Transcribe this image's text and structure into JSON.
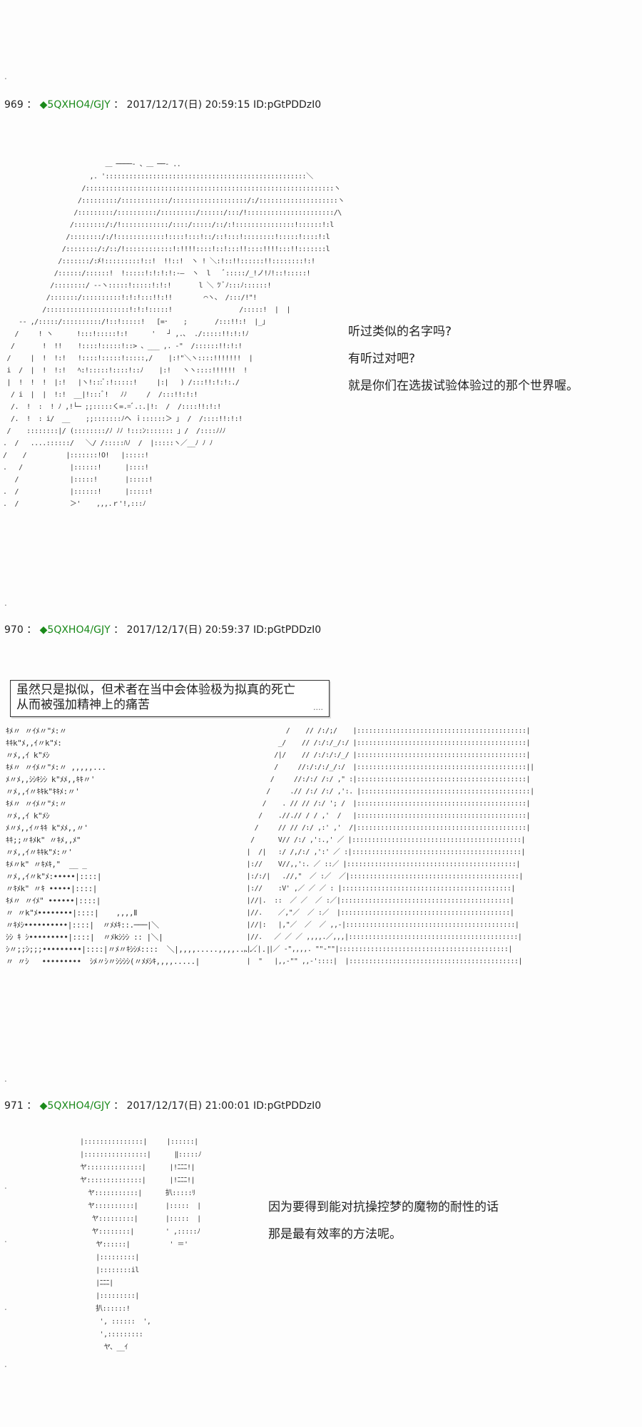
{
  "posts": [
    {
      "number": "969",
      "sep": "：",
      "trip_icon": "diamond",
      "trip": "◆5QXHO4/GJY",
      "date": "2017/12/17(日) 20:59:15",
      "id": "ID:pGtPDDzI0",
      "lines": [
        "听过类似的名字吗?",
        "有听过对吧?",
        "就是你们在选拔试验体验过的那个世界喔。"
      ],
      "art": "                          ＿ ────- 、＿ ──- ..\n                      ,. ':::::::::::::::::::::::::::::::::::::::::::::::::::＼\n                    /:::::::::::::::::::::::::::::::::::::::::::::::::::::::::::::::ヽ\n                   /:::::::::/::::::::::::/:::::::::::::::::::/:/::::::::::::::::::::ヽ\n                  /:::::::::/::::::::::/:::::::::/::::::/:::/!::::::::::::::::::::::/\\\n                 /::::::::/:/!::::::::::::/::::/:::::/::/:!:::::::::::::::!::::::!:l\n                /::::::::/:/!::::::::::::!::::!:::!::/::!:::!::::::::!:::::!::::!:l\n               /::::::::/:/::/!::::::::::::!:!!!!::::!::!:::!!::::!!!!:::!!:::::::l\n              /:::::::/:ﾒ!:::::::::!::!  !!::!  ヽ ! ＼:!::!!::::::!!::::::::!:!\n             /::::::/::::::!  !:::::!:!:!:!:-―  ヽ  l   ﾞ:::::/_!ノ!ﾉ!::!:::::!\n            /::::::::/ ‐-ヽ:::::!:::::!:!:!       l ＼ ﾂ ﾞﾉ:::ﾉ::::::!\n           /:::::::/::::::::::!:!:!:::!!:!!        ⌒ヽ、 /:::/!\"!\n          /:::::::::::::::::::::!:!:!:::::!                 /:::::!  |  |\n    -‐ ,/:::::/::::::::::/!::!:::::!   [=･    ;       /:::!!:!  |_」\n   /     ! ヽ      !:::!:::::!:!      '   ┘ ,.､  ./:::::!!:!:!ﾉ\n  /       !  !!    !::::!:::::!::> 、___ ,. ‐\"  /::::::!!:!:!\n /     |  !  !:!   !::::!:::::!:::::,/    |:!\"＼ヽ::::!!!!!!!  |\n i  /  |  !  !:!   ﾍ:!:::::!::::!::ﾉ    |:!   ヽヽ::::!!!!!!  !\n |  !  !  !  |:!   |ヽ!:::ﾞ:!:::::!     |:|   ) /:::!!:!:!:./\n  / i  |  |  !:!  __|!:::ﾞ!   ﾉﾉ     /  /:::!!:!:!\n  /.  !  :  ! ﾉ ,!└─ ;;:::::く=.=ﾞ.:.|!:  /  /::::!!:!:!\n  /.  !  : i/  __    ;;:::::::ﾉヘ ｉ::::::＞ ｣  /  /::::!!:!:!\n /    ::::::::|/ (::::::::/ﾉ ﾉﾉ !:::ﾝ::::::: ｣ /  /::::ﾉﾉﾉ\n.  /   ....::::::/   ＼/ /:::::ﾊﾉ  /  |:::::ヽ／__ﾉ ﾉ ﾉ\n/    /          |:::::::!O!   |:::::!\n.   /            |::::::!      |::::!\n   /             |:::::!       |:::::!\n.  /             |::::::!      |:::::!\n.  /             ＞'    ,,,.ｒ'!,:::ﾉ"
    },
    {
      "number": "970",
      "sep": "：",
      "trip_icon": "diamond",
      "trip": "◆5QXHO4/GJY",
      "date": "2017/12/17(日) 20:59:37",
      "id": "ID:pGtPDDzI0",
      "box_lines": [
        "虽然只是拟似，但术者在当中会体验极为拟真的死亡",
        "从而被强加精神上的痛苦"
      ],
      "box_dots": "....",
      "art_left": "ｷﾒ〃 〃ｲﾒ〃\"ﾒ:〃\nｷｷk\"ﾒ,,ｲ〃k\"ﾒ:\n〃ﾒ,,ｲ k\"ﾒｼ\nｷﾒ〃 〃ｲﾒ〃\"ﾒ:〃 ,,,,,...\nﾒ〃ﾒ,,ｼｼｷｼｼ k\"ﾒﾒ,,ｷｷ〃'\n〃ﾒ,,ｲ〃ｷｷk\"ｷｷﾒ:〃'\nｷﾒ〃 〃ｲﾒ〃\"ﾒ:〃\n〃ﾒ,,ｲ k\"ﾒｼ\nﾒ〃ﾒ,,ｲ〃ｷｷ k\"ﾒﾒ,,〃'\nｷｷ;;〃ｷﾒk\" 〃ｷﾒ,,ﾒ\"\n〃ﾒ,,ｲ〃ｷｷk\"ﾒ:〃'\nｷﾒ〃k\" 〃ｷﾒｷ,\"  __ _\n〃ﾒ,,ｲ〃k\"ﾒ:•••••|::::|\n〃ｷﾒk\" 〃ｷ •••••|::::|\nｷﾒ〃 〃ｲﾒ\" ••••••|::::|\n〃 〃k\"ﾒ••••••••|::::|    ,,,,Ⅱ\n〃ｷﾒｼ••••••••••|::::|  〃ﾒﾒｷ::.───|＼\nｼｼ ｷ ｼ•••••••••|::::|  〃ﾒkｼｼｼ :: |＼|\nｼ〃;;ｼ;;;•••••••••|::::|〃ﾒ〃ｷｼｼﾒ::::  ＼|,,,,.....,,,,..... .|\n〃 〃ｼ   •••••••••  ｼﾒ〃ｼ〃ｼｼｼｼ(〃ﾒﾒｼｷ,,,,.....|",
      "art_right": "               /    // /:/;/    |:::::::::::::::::::::::::::::::::::::::::::|\n             _/    // /:/:/_/:/ |:::::::::::::::::::::::::::::::::::::::::::|\n            /|/    // /:/:/:/_/ |:::::::::::::::::::::::::::::::::::::::::::|\n            /     //:/:/:/_/:/  |:::::::::::::::::::::::::::::::::::::::::::||\n           /     //:/:/ /:/ ,\" :|:::::::::::::::::::::::::::::::::::::::::::|\n          /     .// /:/ /:/ ,':. |:::::::::::::::::::::::::::::::::::::::::::|\n         /    . // // /:/ '; /  |:::::::::::::::::::::::::::::::::::::::::::|\n        /    .//.// / / ,'  /   |:::::::::::::::::::::::::::::::::::::::::::|\n       /     // // /:/ ,:' ,'  /|:::::::::::::::::::::::::::::::::::::::::::|\n      /      V// /:/ ,':.,' ／ |:::::::::::::::::::::::::::::::::::::::::::|\n     |  /|   :/ /,/:/ ,':' ／ :|:::::::::::::::::::::::::::::::::::::::::::|\n     |://    V//,,':. ／ ::／ |:::::::::::::::::::::::::::::::::::::::::::|\n     |:/:/|   .//,\"  ／ :／  ／|:::::::::::::::::::::::::::::::::::::::::::|\n     |://    :V' ,／ ／ ／ : |:::::::::::::::::::::::::::::::::::::::::::|\n     |//|.  ::  ／ ／  ／ :／|:::::::::::::::::::::::::::::::::::::::::::|\n     |//.    ／,\"／  ／ :／  |:::::::::::::::::::::::::::::::::::::::::::|\n     |//|:   |,\"／  ／  ／ ,,-|:::::::::::::::::::::::::::::::::::::::::::|\n     |//.   ／ ／ ／ ,,,,.／,,,|:::::::::::::::::::::::::::::::::::::::::::|\n    ,|／|  |／ ‐\",,,,. \"\"‐\"\"|:::::::::::::::::::::::::::::::::::::::::::|\n     |  \"   |,,‐\"\" ,,‐'::::|  |:::::::::::::::::::::::::::::::::::::::::::|"
    },
    {
      "number": "971",
      "sep": "：",
      "trip_icon": "diamond",
      "trip": "◆5QXHO4/GJY",
      "date": "2017/12/17(日) 21:00:01",
      "id": "ID:pGtPDDzI0",
      "lines": [
        "因为要得到能对抗操控梦的魔物的耐性的话",
        "那是最有效率的方法呢。"
      ],
      "art": "|:::::::::::::::|     |::::::|\n|::::::::::::::::|      ‖:::::ﾉ\nヤ::::::::::::::|      |!ﾆﾆﾆ!|\nヤ::::::::::::::|      |!ﾆﾆﾆ!|\n  ヤ:::::::::::|      扒:::::ﾘ\n  ヤ::::::::::|       |:::::  |\n   ヤ:::::::::|       |:::::  |\n   ヤ::::::::|        ' ,:::::ﾉ\n    ヤ::::::|          ' ＝'\n    |:::::::::|\n    |::::::::il\n    |ﾆﾆﾆ|\n    |:::::::::|\n    扒::::::!\n     ', ::::::  ',\n     ',:::::::::\n      ヤ、__ｲ"
    }
  ]
}
